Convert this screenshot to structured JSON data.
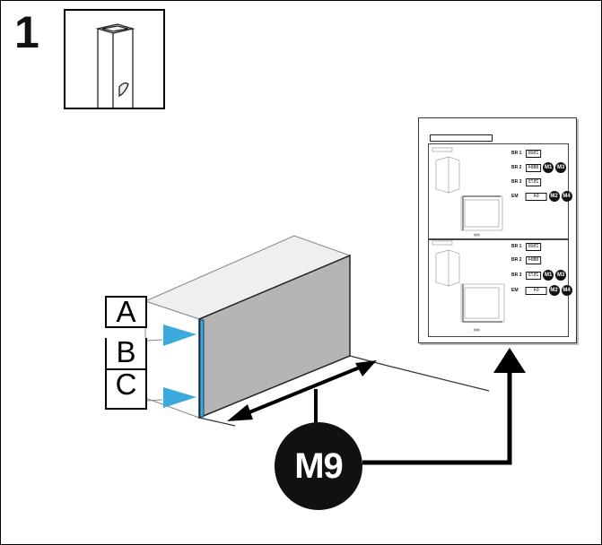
{
  "step": {
    "number": "1"
  },
  "labels": {
    "a": "A",
    "b": "B",
    "c": "C",
    "m9": "M9"
  },
  "sheet": {
    "panel1": {
      "rows": [
        {
          "label": "BR 1",
          "value": "2568",
          "badges": []
        },
        {
          "label": "BR 2",
          "value": "8884",
          "badges": [
            "M1",
            "M3"
          ]
        },
        {
          "label": "BR 3",
          "value": "2573",
          "badges": []
        },
        {
          "label": "EM",
          "value": "64",
          "badges": [
            "M2",
            "M4"
          ]
        }
      ]
    },
    "panel2": {
      "rows": [
        {
          "label": "BR 1",
          "value": "2568",
          "badges": []
        },
        {
          "label": "BR 2",
          "value": "8884",
          "badges": []
        },
        {
          "label": "BR 3",
          "value": "2573",
          "badges": [
            "M1",
            "M3"
          ]
        },
        {
          "label": "EM",
          "value": "64",
          "badges": [
            "M2",
            "M4"
          ]
        }
      ]
    }
  },
  "colors": {
    "marker": "#3ba9dc",
    "box_front": "#b5b5b5",
    "box_top": "#efefef",
    "ink": "#111111"
  }
}
